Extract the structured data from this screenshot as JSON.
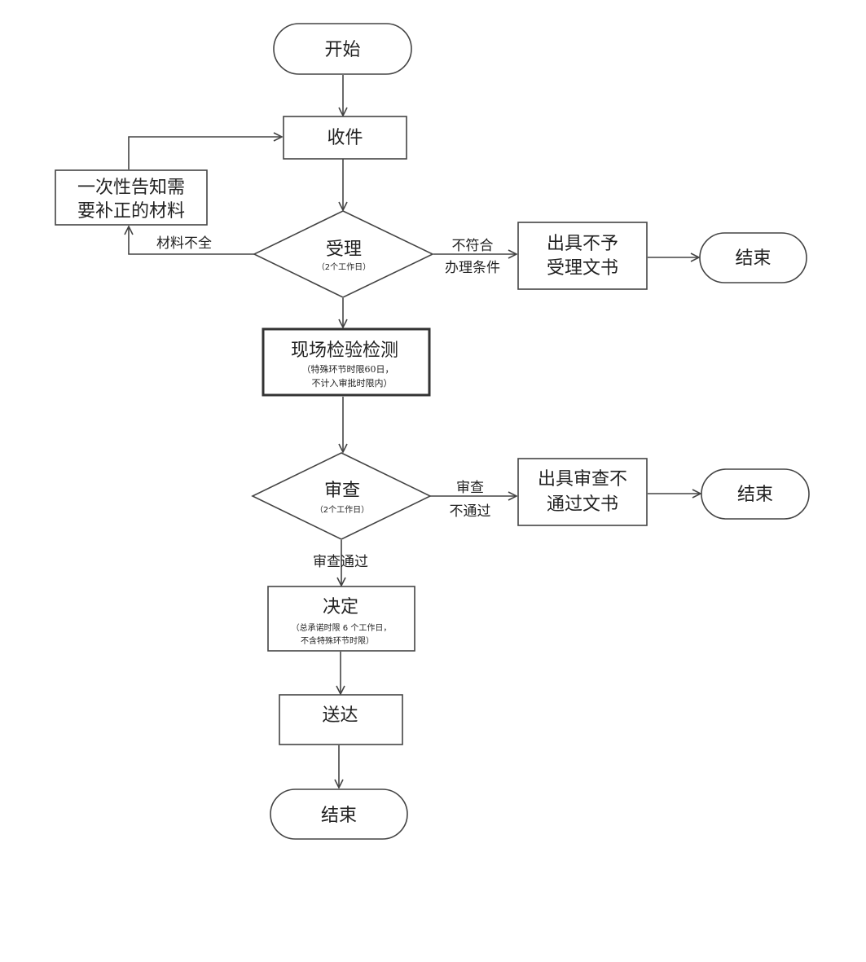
{
  "nodes": {
    "start": "开始",
    "receive": "收件",
    "notify": [
      "一次性告知需",
      "要补正的材料"
    ],
    "accept": {
      "title": "受理",
      "note": "（2个工作日）"
    },
    "reject_doc": [
      "出具不予",
      "受理文书"
    ],
    "end_reject": "结束",
    "inspect": {
      "title": "现场检验检测",
      "note": [
        "（特殊环节时限60日，",
        "不计入审批时限内）"
      ]
    },
    "review": {
      "title": "审查",
      "note": "（2个工作日）"
    },
    "fail_doc": [
      "出具审查不",
      "通过文书"
    ],
    "end_fail": "结束",
    "decide": {
      "title": "决定",
      "note": [
        "（总承诺时限 6 个工作日，",
        "不含特殊环节时限）"
      ]
    },
    "deliver": "送达",
    "end_final": "结束"
  },
  "edges": {
    "incomplete": "材料不全",
    "not_qualified": [
      "不符合",
      "办理条件"
    ],
    "review_fail": [
      "审查",
      "不通过"
    ],
    "review_pass": "审查通过"
  }
}
